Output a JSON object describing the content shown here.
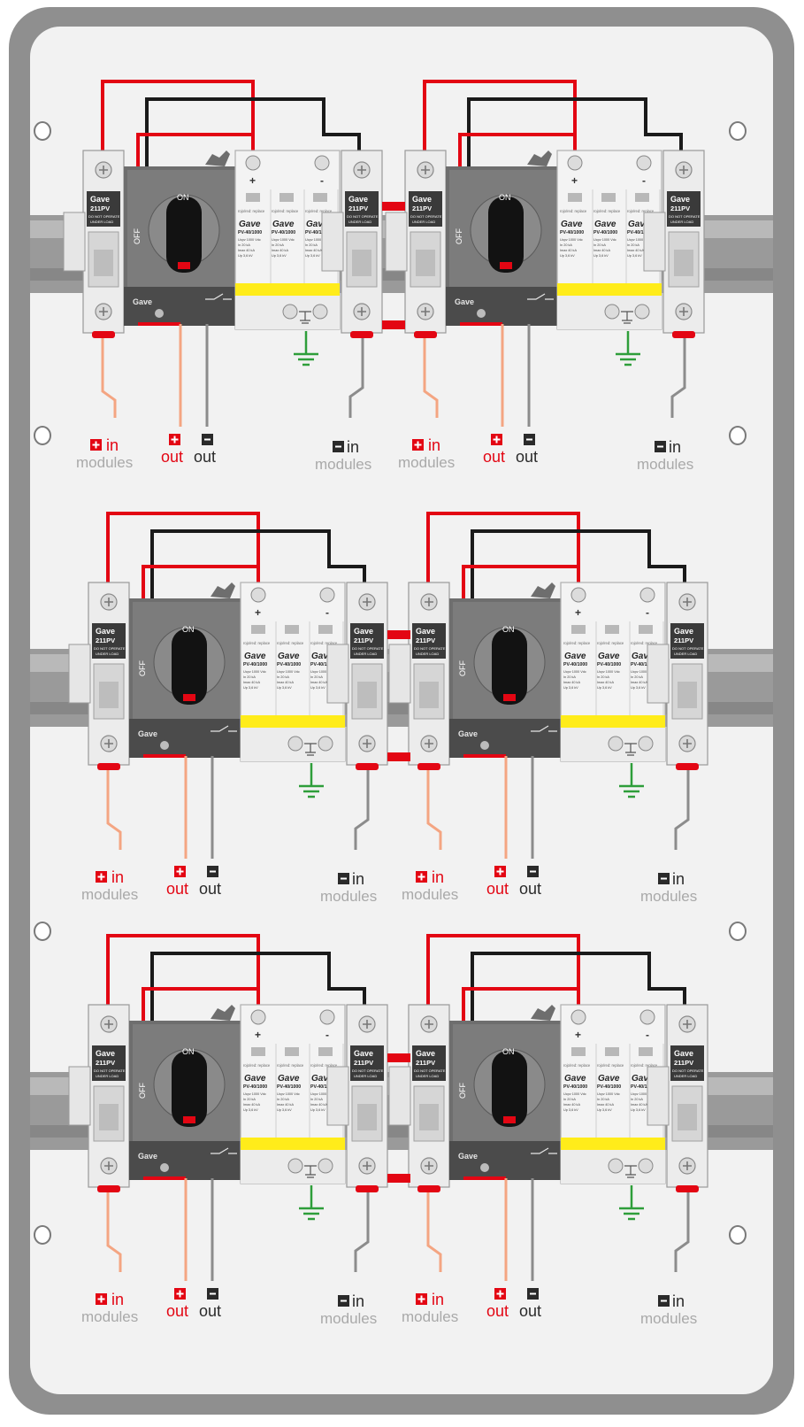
{
  "colors": {
    "enclosure_outer": "#8f8f8f",
    "enclosure_inner": "#f2f2f2",
    "rail": "#a7a7a7",
    "wire_red": "#e30613",
    "wire_black": "#1a1a1a",
    "wire_salmon": "#f4a582",
    "wire_grey": "#8c8c8c",
    "ground_green": "#2e9e3a",
    "surge_yellow": "#ffec1a",
    "label_red": "#e30613",
    "label_grey": "#a9a9a9",
    "label_dark": "#2a2a2a"
  },
  "labels": {
    "in": "in",
    "out": "out",
    "modules": "modules",
    "plus": "+",
    "minus": "-"
  },
  "fuse": {
    "brand": "Gave",
    "model": "211PV",
    "warning_1": "DO NOT OPERATE",
    "warning_2": "UNDER LOAD"
  },
  "disconnector": {
    "on": "ON",
    "off": "OFF",
    "brand": "Gave"
  },
  "surge": {
    "plus": "+",
    "minus": "-",
    "replace": "rojo/red: replace",
    "brand": "Gave",
    "model": "PV-40/1000",
    "spec_1": "Ucpv 1000 Vdc",
    "spec_2": "In 20 kA",
    "spec_3": "Imax 40 kA",
    "spec_4": "Up 3,6 kV"
  },
  "units": [
    {
      "id": "r1-left"
    },
    {
      "id": "r1-right"
    },
    {
      "id": "r2-left"
    },
    {
      "id": "r2-right"
    },
    {
      "id": "r3-left"
    },
    {
      "id": "r3-right"
    }
  ]
}
